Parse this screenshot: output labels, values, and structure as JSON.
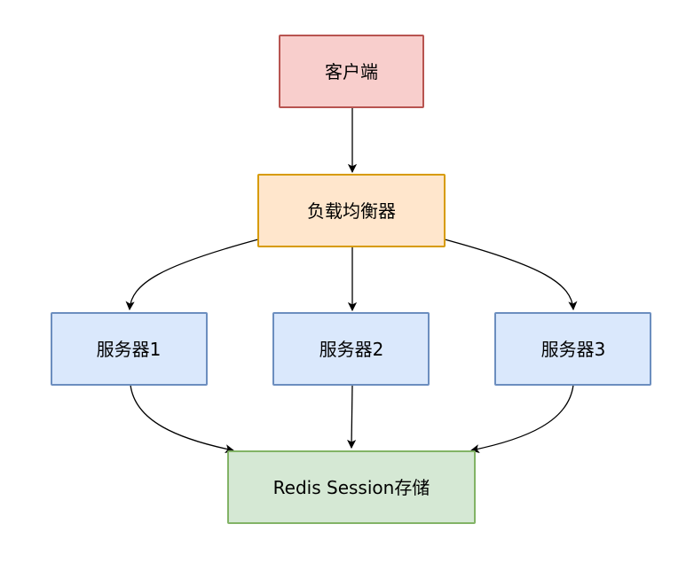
{
  "nodes": {
    "client": {
      "label": "客户端",
      "fill": "#f8cecc",
      "stroke": "#b85450"
    },
    "load_balancer": {
      "label": "负载均衡器",
      "fill": "#ffe6cc",
      "stroke": "#d79b00"
    },
    "server1": {
      "label": "服务器1",
      "fill": "#dae8fc",
      "stroke": "#6c8ebf"
    },
    "server2": {
      "label": "服务器2",
      "fill": "#dae8fc",
      "stroke": "#6c8ebf"
    },
    "server3": {
      "label": "服务器3",
      "fill": "#dae8fc",
      "stroke": "#6c8ebf"
    },
    "redis": {
      "label": "Redis Session存储",
      "fill": "#d5e8d4",
      "stroke": "#82b366"
    }
  },
  "edges": [
    {
      "from": "client",
      "to": "load_balancer"
    },
    {
      "from": "load_balancer",
      "to": "server1"
    },
    {
      "from": "load_balancer",
      "to": "server2"
    },
    {
      "from": "load_balancer",
      "to": "server3"
    },
    {
      "from": "server1",
      "to": "redis"
    },
    {
      "from": "server2",
      "to": "redis"
    },
    {
      "from": "server3",
      "to": "redis"
    }
  ]
}
